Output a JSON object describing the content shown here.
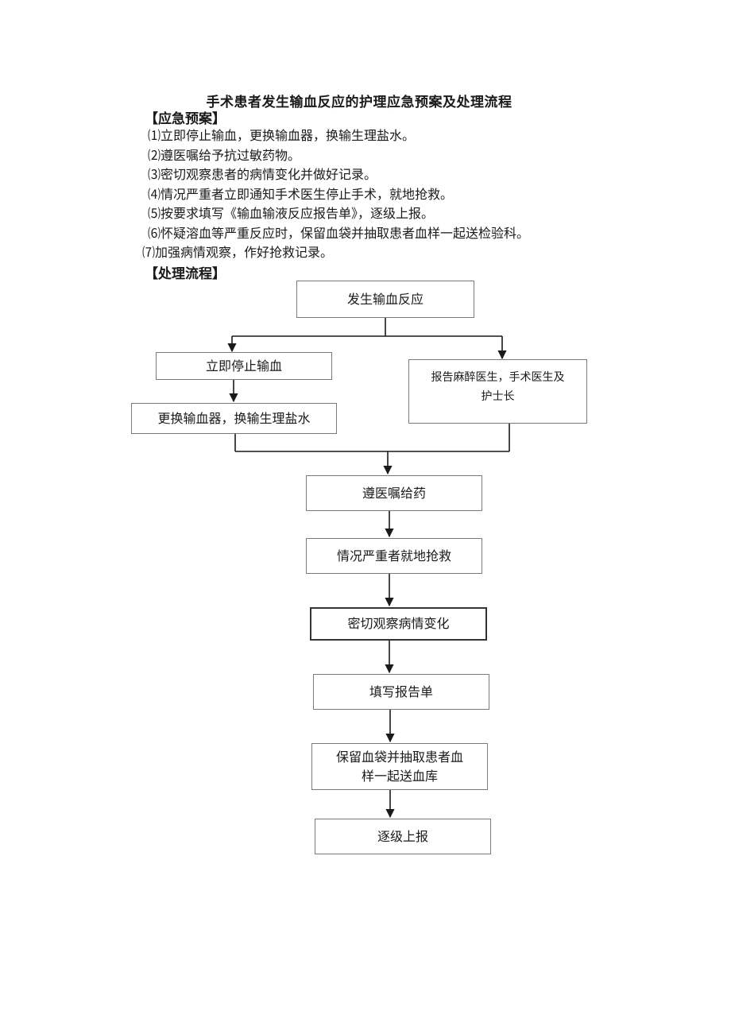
{
  "title": "手术患者发生输血反应的护理应急预案及处理流程",
  "emergency_plan": {
    "heading": "【应急预案】",
    "items": [
      "⑴立即停止输血，更换输血器，换输生理盐水。",
      "⑵遵医嘱给予抗过敏药物。",
      "⑶密切观察患者的病情变化并做好记录。",
      "⑷情况严重者立即通知手术医生停止手术，就地抢救。",
      "⑸按要求填写《输血输液反应报告单》，逐级上报。",
      "⑹怀疑溶血等严重反应时，保留血袋并抽取患者血样一起送检验科。",
      "⑺加强病情观察，作好抢救记录。"
    ]
  },
  "process": {
    "heading": "【处理流程】",
    "start": "发生输血反应",
    "left_1": "立即停止输血",
    "left_2": "更换输血器，换输生理盐水",
    "right_line1": "报告麻醉医生，手术医生及",
    "right_line2": "护士长",
    "step_1": "遵医嘱给药",
    "step_2": "情况严重者就地抢救",
    "step_3": "密切观察病情变化",
    "step_4": "填写报告单",
    "step_5_line1": "保留血袋并抽取患者血",
    "step_5_line2": "样一起送血库",
    "step_6": "逐级上报"
  }
}
